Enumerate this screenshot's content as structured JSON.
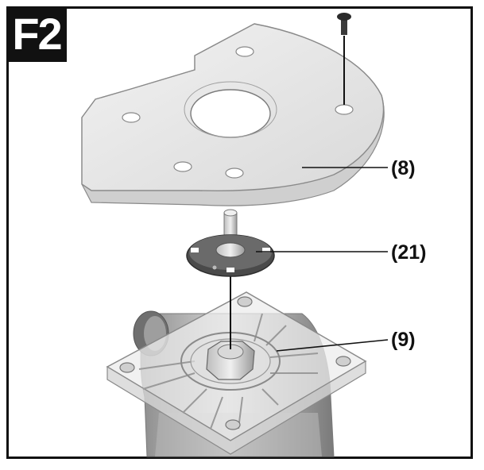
{
  "figure": {
    "tag": "F2",
    "callouts": {
      "baseplate": "(8)",
      "centering_aid": "(21)",
      "router_base": "(9)"
    }
  },
  "colors": {
    "frame": "#111111",
    "part_fill": "#e6e6e6",
    "part_edge": "#8a8a8a",
    "dark_part": "#5a5a5a"
  }
}
